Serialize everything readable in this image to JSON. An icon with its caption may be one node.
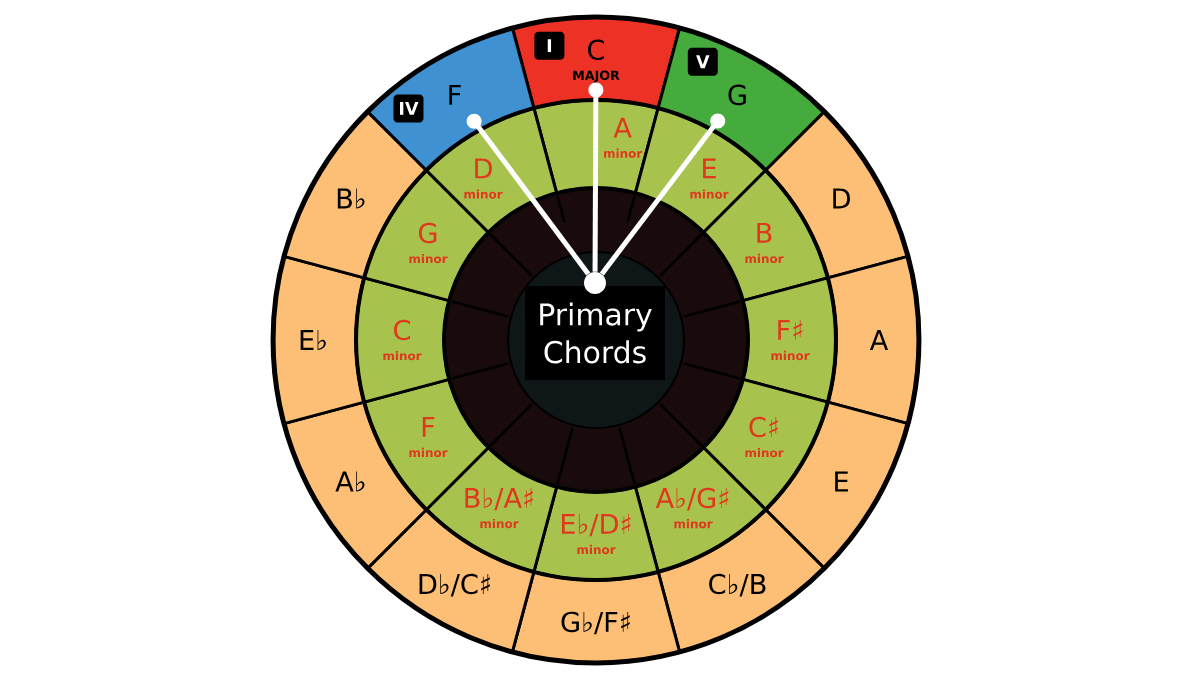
{
  "diagram": {
    "nodes": [
      {
        "text": [
          "C",
          "MAJOR"
        ]
      },
      {
        "text": [
          "I"
        ],
        "in": 0
      },
      {
        "text": [
          "G"
        ]
      },
      {
        "text": [
          "V"
        ],
        "in": 2
      },
      {
        "text": [
          "D"
        ]
      },
      {
        "text": [
          "A"
        ]
      },
      {
        "text": [
          "E"
        ]
      },
      {
        "text": [
          "C♭/B"
        ]
      },
      {
        "text": [
          "G♭/F♯"
        ]
      },
      {
        "text": [
          "D♭/C♯"
        ]
      },
      {
        "text": [
          "A♭"
        ]
      },
      {
        "text": [
          "E♭"
        ]
      },
      {
        "text": [
          "B♭"
        ]
      },
      {
        "text": [
          "F"
        ]
      },
      {
        "text": [
          "IV"
        ],
        "in": 13
      },
      {
        "text": [
          "A",
          "minor"
        ]
      },
      {
        "text": [
          "E",
          "minor"
        ]
      },
      {
        "text": [
          "B",
          "minor"
        ]
      },
      {
        "text": [
          "F♯",
          "minor"
        ]
      },
      {
        "text": [
          "C♯",
          "minor"
        ]
      },
      {
        "text": [
          "A♭/G♯",
          "minor"
        ]
      },
      {
        "text": [
          "E♭/D♯",
          "minor"
        ]
      },
      {
        "text": [
          "B♭/A♯",
          "minor"
        ]
      },
      {
        "text": [
          "F",
          "minor"
        ]
      },
      {
        "text": [
          "C",
          "minor"
        ]
      },
      {
        "text": [
          "G",
          "minor"
        ]
      },
      {
        "text": [
          "D",
          "minor"
        ]
      },
      {
        "text": [
          "Primary Chords"
        ]
      },
      {
        "text": [],
        "shape": "circle"
      }
    ],
    "edges": [
      {
        "from": 28,
        "to": 13,
        "arrow": "other"
      },
      {
        "from": 28,
        "to": 0,
        "arrow": "other"
      },
      {
        "from": 28,
        "to": 2,
        "arrow": "other"
      }
    ]
  }
}
